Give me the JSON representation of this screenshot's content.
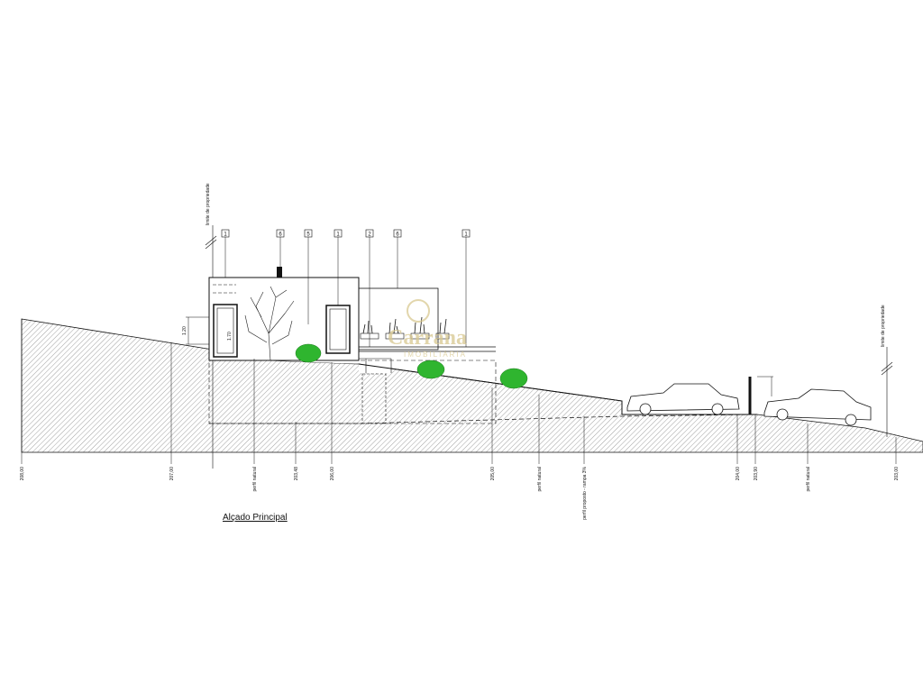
{
  "title": "Alçado Principal",
  "property_limit_label": "limite de propriedade",
  "watermark": {
    "name": "Carrana",
    "sub": "IMOBILIÁRIA"
  },
  "window_height_label": "1.70",
  "wall_height_label": "1.20",
  "tags": [
    "1",
    "6",
    "5",
    "1",
    "2",
    "6",
    "1"
  ],
  "level_labels": [
    "208,00",
    "207,00",
    "perfil natural",
    "203,48",
    "206,00",
    "205,00",
    "perfil natural",
    "perfil proposto - rampa 3%",
    "204,00",
    "203,90",
    "perfil natural",
    "203,00"
  ],
  "colors": {
    "line": "#111111",
    "hatch": "#777777",
    "shrub": "#2fb52f"
  },
  "icons": [
    "tree",
    "shrub",
    "car",
    "planter",
    "chimney"
  ]
}
